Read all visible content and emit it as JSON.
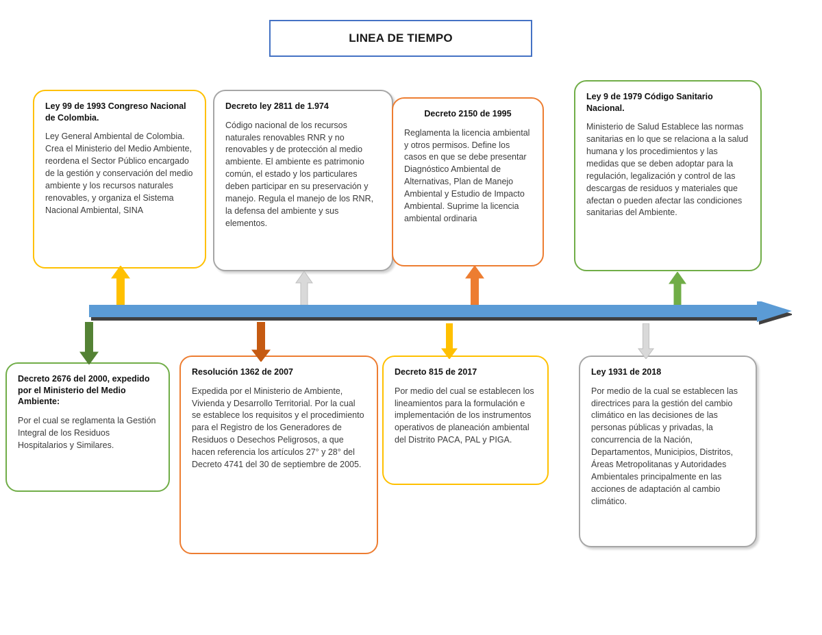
{
  "title": {
    "text": "LINEA DE TIEMPO",
    "border_color": "#4472C4"
  },
  "timeline": {
    "name": "timeline-arrow",
    "color": "#5B9BD5",
    "shadow_color": "#404040",
    "direction": "right"
  },
  "colors": {
    "gold": "#FFC000",
    "gray": "#A6A6A6",
    "orange": "#ED7D31",
    "green": "#70AD47",
    "blue": "#5B9BD5",
    "text": "#3b3b3b"
  },
  "events_top": [
    {
      "id": "ley-99-1993",
      "heading": "Ley 99 de 1993 Congreso Nacional de Colombia.",
      "body": "Ley General Ambiental de Colombia. Crea el Ministerio del Medio Ambiente, reordena el Sector Público encargado de la gestión y conservación del medio ambiente y los recursos naturales renovables, y organiza el Sistema Nacional Ambiental, SINA",
      "color": "#FFC000",
      "arrow_color": "#FFC000"
    },
    {
      "id": "decreto-ley-2811-1974",
      "heading": "Decreto ley 2811 de 1.974",
      "body": "Código nacional de los recursos naturales renovables RNR y no renovables y de protección al medio ambiente. El ambiente es patrimonio común, el estado y los particulares deben participar en su preservación y manejo. Regula el manejo de los RNR, la defensa del ambiente y sus elementos.",
      "color": "#A6A6A6",
      "arrow_color": "#D9D9D9"
    },
    {
      "id": "decreto-2150-1995",
      "heading": "Decreto 2150 de 1995",
      "body": "Reglamenta la licencia ambiental y otros permisos. Define los casos en que se debe presentar Diagnóstico Ambiental de Alternativas, Plan de Manejo Ambiental y Estudio de Impacto Ambiental. Suprime la licencia ambiental ordinaria",
      "color": "#ED7D31",
      "arrow_color": "#ED7D31"
    },
    {
      "id": "ley-9-1979",
      "heading": "Ley 9 de 1979 Código Sanitario Nacional.",
      "body": "Ministerio de Salud Establece las normas sanitarias en lo que se relaciona a la salud humana y los procedimientos y las medidas que se deben adoptar para la regulación, legalización y control de las descargas de residuos y materiales que afectan o pueden afectar las condiciones sanitarias del Ambiente.",
      "color": "#70AD47",
      "arrow_color": "#70AD47"
    }
  ],
  "events_bottom": [
    {
      "id": "decreto-2676-2000",
      "heading": "Decreto 2676 del 2000, expedido por el Ministerio del Medio Ambiente:",
      "body": "Por el cual se reglamenta la Gestión Integral de los Residuos Hospitalarios y Similares.",
      "color": "#70AD47",
      "arrow_color": "#548235"
    },
    {
      "id": "resolucion-1362-2007",
      "heading": "Resolución 1362 de 2007",
      "body": "Expedida por el Ministerio de Ambiente, Vivienda y Desarrollo Territorial. Por la cual se establece los requisitos y el procedimiento para el Registro de los Generadores de Residuos o Desechos Peligrosos, a que hacen referencia los artículos 27° y 28° del Decreto 4741 del 30 de septiembre de 2005.",
      "color": "#ED7D31",
      "arrow_color": "#C55A11"
    },
    {
      "id": "decreto-815-2017",
      "heading": "Decreto 815 de 2017",
      "body": "Por medio del cual se establecen los lineamientos para la formulación e implementación de los instrumentos operativos de planeación ambiental del Distrito PACA, PAL y PIGA.",
      "color": "#FFC000",
      "arrow_color": "#FFC000"
    },
    {
      "id": "ley-1931-2018",
      "heading": "Ley 1931 de 2018",
      "body": "Por medio de la cual se establecen las directrices para la gestión del cambio climático en las decisiones de las personas públicas y privadas, la concurrencia de la Nación, Departamentos, Municipios, Distritos, Áreas Metropolitanas y Autoridades Ambientales principalmente en las acciones de adaptación al cambio climático.",
      "color": "#A6A6A6",
      "arrow_color": "#D9D9D9"
    }
  ]
}
